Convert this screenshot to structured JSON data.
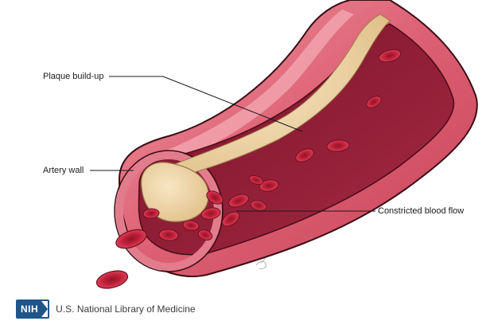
{
  "labels": {
    "plaque": "Plaque build-up",
    "wall": "Artery wall",
    "flow": "Constricted blood flow"
  },
  "credit": {
    "logo": "NIH",
    "text": "U.S. National Library of Medicine"
  },
  "colors": {
    "outer_wall": "#d9566a",
    "outer_wall_light": "#ef8e9b",
    "inner_lumen": "#8e1c32",
    "inner_lumen_dark": "#6d1024",
    "plaque": "#f2dcb2",
    "plaque_shade": "#e3c48f",
    "blood_cell": "#c1203a",
    "blood_cell_dark": "#8e1428",
    "nih_blue": "#20558a"
  }
}
